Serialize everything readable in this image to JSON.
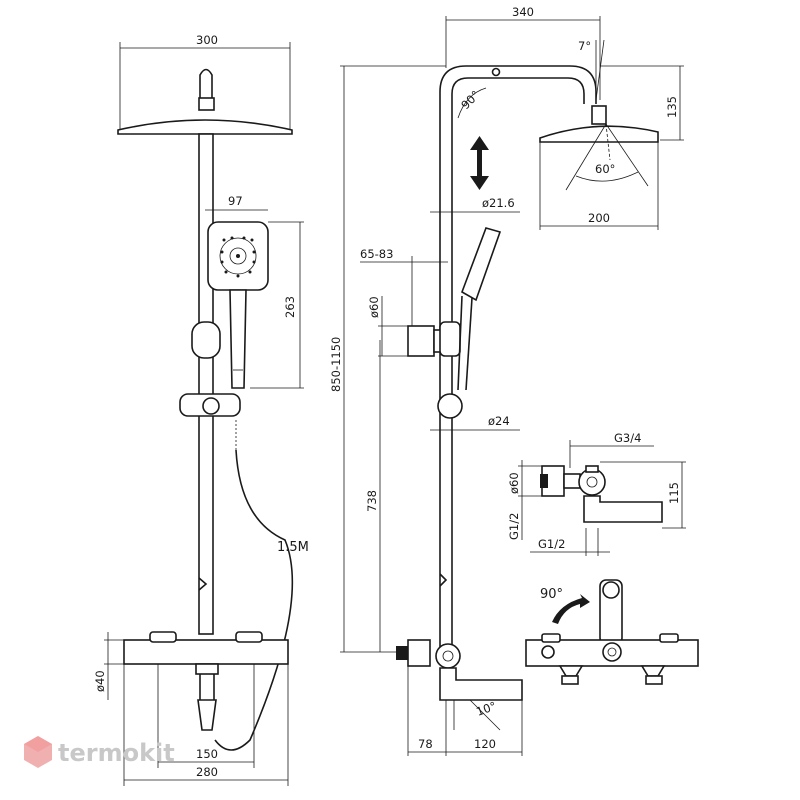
{
  "labels": {
    "d300": "300",
    "d97": "97",
    "d263": "263",
    "d1_5m": "1.5M",
    "d40": "ø40",
    "d150": "150",
    "d280": "280",
    "d340": "340",
    "d7deg": "7°",
    "d90deg": "90°",
    "d135": "135",
    "d60deg": "60°",
    "d200": "200",
    "d21_6": "ø21.6",
    "d65_83": "65-83",
    "d60a": "ø60",
    "d850_1150": "850-1150",
    "d738": "738",
    "d24": "ø24",
    "dG34": "G3/4",
    "d60b": "ø60",
    "d115": "115",
    "dG12a": "G1/2",
    "dG12b": "G1/2",
    "d90rot": "90°",
    "d10deg": "10°",
    "d78": "78",
    "d120": "120"
  },
  "logo": {
    "text": "termokit"
  },
  "colors": {
    "ink": "#1a1a1a",
    "logo": "#c8c8c8",
    "logo_cube": "#e05050"
  }
}
